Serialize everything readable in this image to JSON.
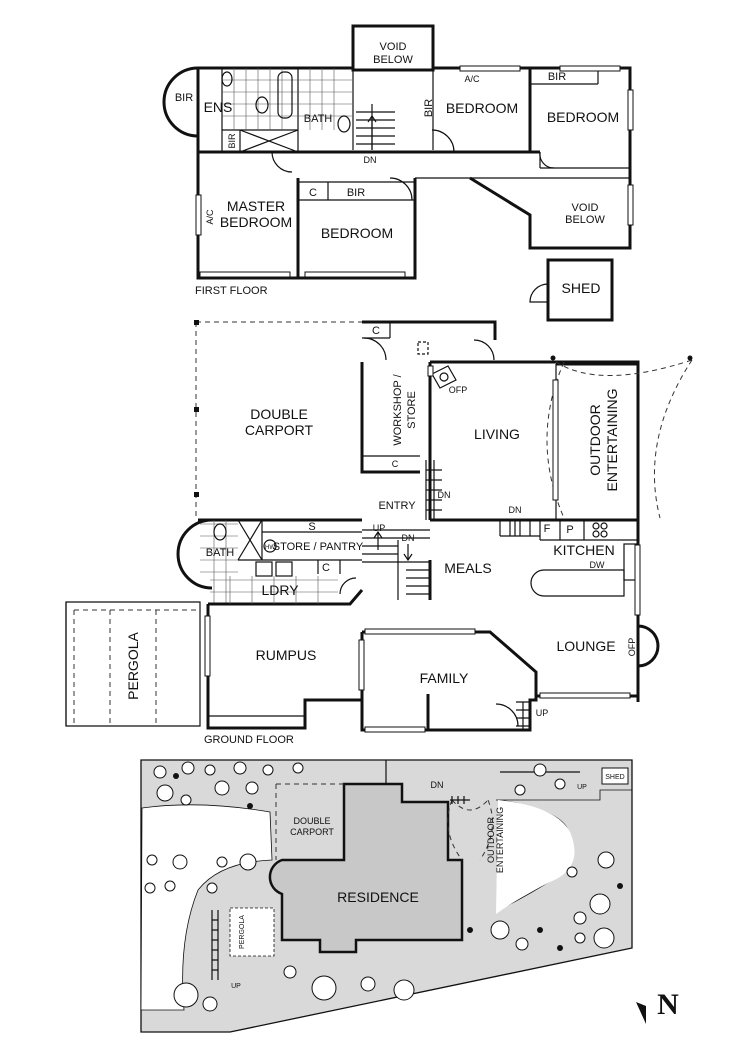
{
  "first_floor": {
    "title": "FIRST FLOOR",
    "rooms": {
      "void_below_top": [
        "VOID",
        "BELOW"
      ],
      "bir_left": "BIR",
      "ens": "ENS",
      "bath": "BATH",
      "bir_small": "BIR",
      "dn": "DN",
      "bir_mid": "BIR",
      "bedroom_1": "BEDROOM",
      "ac_top": "A/C",
      "bir_right": "BIR",
      "bedroom_2": "BEDROOM",
      "master_bedroom": [
        "MASTER",
        "BEDROOM"
      ],
      "ac_left": "A/C",
      "c": "C",
      "bir_bottom": "BIR",
      "bedroom_3": "BEDROOM",
      "void_below_right": [
        "VOID",
        "BELOW"
      ]
    }
  },
  "shed": "SHED",
  "ground_floor": {
    "title": "GROUND FLOOR",
    "rooms": {
      "double_carport": [
        "DOUBLE",
        "CARPORT"
      ],
      "c_top": "C",
      "workshop_store": [
        "WORKSHOP /",
        "STORE"
      ],
      "c_mid": "C",
      "ofp_top": "OFP",
      "living": "LIVING",
      "outdoor_entertaining": [
        "OUTDOOR",
        "ENTERTAINING"
      ],
      "entry": "ENTRY",
      "dn_entry": "DN",
      "dn_living": "DN",
      "s": "S",
      "up": "UP",
      "dn_stair": "DN",
      "hw": "HW",
      "store_pantry": "STORE / PANTRY",
      "bath": "BATH",
      "c_ldry": "C",
      "ldry": "LDRY",
      "meals": "MEALS",
      "f": "F",
      "p": "P",
      "kitchen": "KITCHEN",
      "dw": "DW",
      "lounge": "LOUNGE",
      "ofp_right": "OFP",
      "pergola": "PERGOLA",
      "rumpus": "RUMPUS",
      "family": "FAMILY",
      "up_family": "UP"
    }
  },
  "site_plan": {
    "shed": "SHED",
    "up_top": "UP",
    "dn": "DN",
    "double_carport": [
      "DOUBLE",
      "CARPORT"
    ],
    "outdoor_entertaining": [
      "OUTDOOR",
      "ENTERTAINING"
    ],
    "residence": "RESIDENCE",
    "pergola": "PERGOLA",
    "up_bottom": "UP"
  },
  "north_arrow": "N"
}
